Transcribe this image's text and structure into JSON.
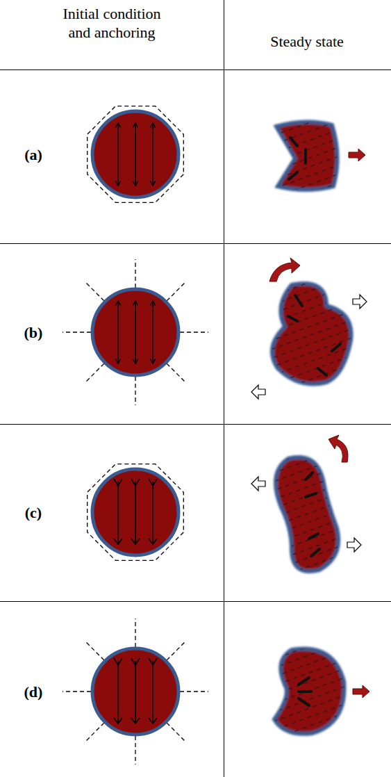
{
  "diagram": {
    "labels": [
      "Initial condition and anchoring",
      "Steady state",
      "(a)",
      "(b)",
      "(c)",
      "(d)"
    ]
  }
}
